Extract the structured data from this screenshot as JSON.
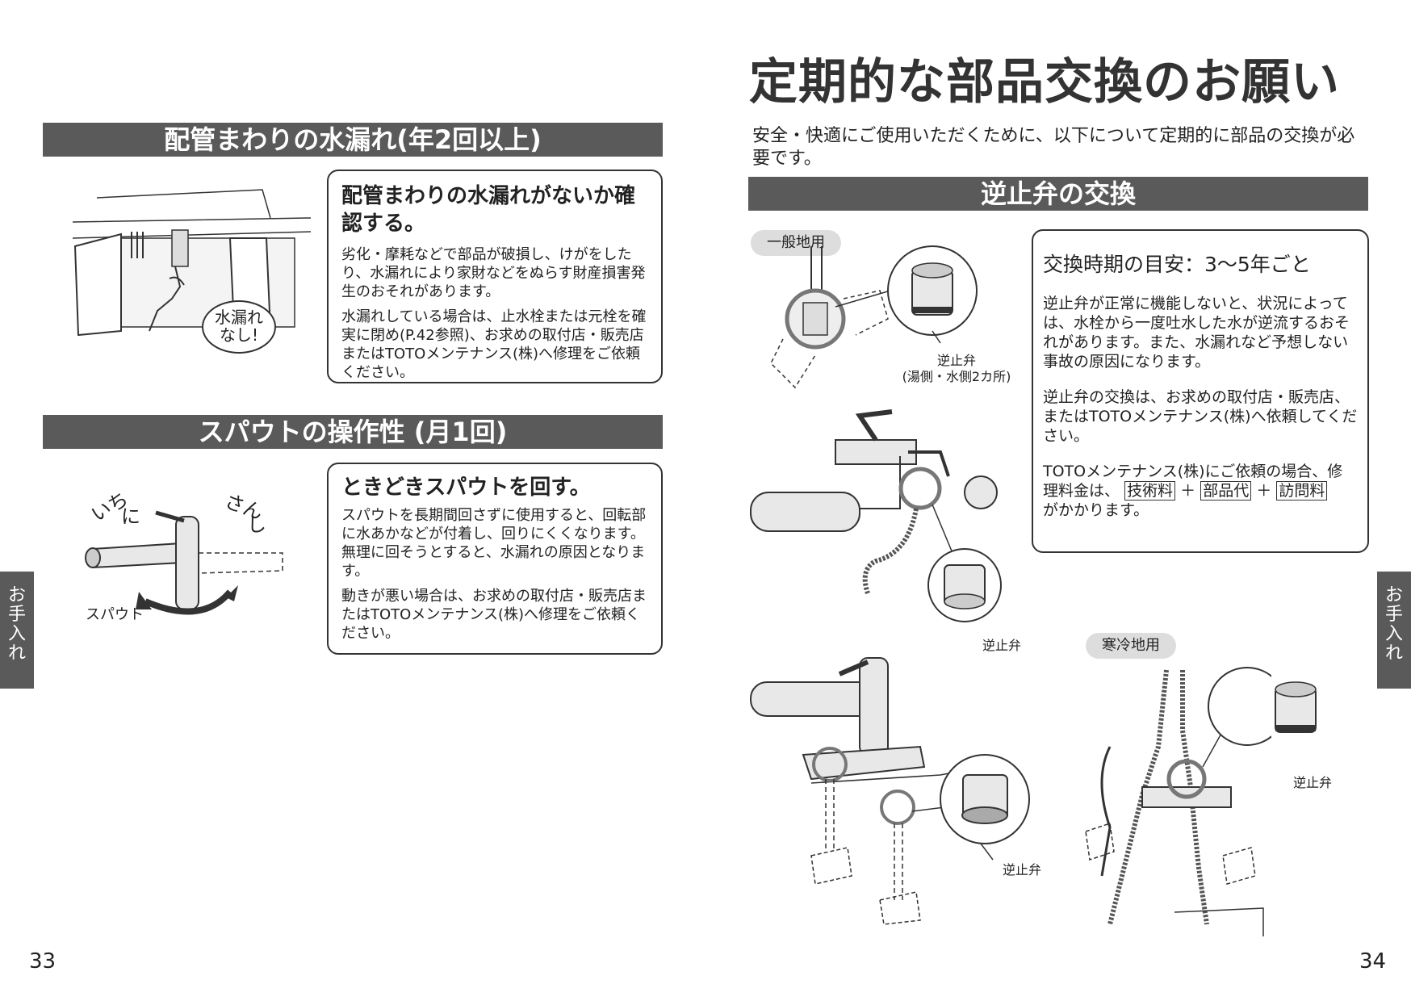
{
  "left_page": {
    "section1": {
      "title": "配管まわりの水漏れ(年2回以上)",
      "heading": "配管まわりの水漏れがないか確認する。",
      "para1": "劣化・摩耗などで部品が破損し、けがをしたり、水漏れにより家財などをぬらす財産損害発生のおそれがあります。",
      "para2": "水漏れしている場合は、止水栓または元栓を確実に閉め(P.42参照)、お求めの取付店・販売店またはTOTOメンテナンス(株)へ修理をご依頼ください。",
      "balloon_line1": "水漏れ",
      "balloon_line2": "なし!"
    },
    "section2": {
      "title": "スパウトの操作性 (月1回)",
      "heading": "ときどきスパウトを回す。",
      "para1": "スパウトを長期間回さずに使用すると、回転部に水あかなどが付着し、回りにくくなります。無理に回そうとすると、水漏れの原因となります。",
      "para2": "動きが悪い場合は、お求めの取付店・販売店またはTOTOメンテナンス(株)へ修理をご依頼ください。",
      "label_ichi": "いち",
      "label_ni": "に",
      "label_san": "さん",
      "label_shi": "し",
      "label_spout": "スパウト"
    },
    "page_number": "33",
    "side_tab": "お手入れ"
  },
  "right_page": {
    "title": "定期的な部品交換のお願い",
    "intro": "安全・快適にご使用いただくために、以下について定期的に部品の交換が必要です。",
    "section_title": "逆止弁の交換",
    "pill_general": "一般地用",
    "pill_cold": "寒冷地用",
    "label_valve_1_line1": "逆止弁",
    "label_valve_1_line2": "(湯側・水側2カ所)",
    "label_valve_2": "逆止弁",
    "label_valve_3": "逆止弁",
    "label_valve_4": "逆止弁",
    "box": {
      "heading": "交換時期の目安：3～5年ごと",
      "para1": "逆止弁が正常に機能しないと、状況によっては、水栓から一度吐水した水が逆流するおそれがあります。また、水漏れなど予想しない事故の原因になります。",
      "para2": "逆止弁の交換は、お求めの取付店・販売店、またはTOTOメンテナンス(株)へ依頼してください。",
      "para3": "TOTOメンテナンス(株)にご依頼の場合、修理料金は、",
      "fee1": "技術料",
      "plus": "＋",
      "fee2": "部品代",
      "fee3": "訪問料",
      "para3_end": "がかかります。"
    },
    "page_number": "34",
    "side_tab": "お手入れ"
  }
}
